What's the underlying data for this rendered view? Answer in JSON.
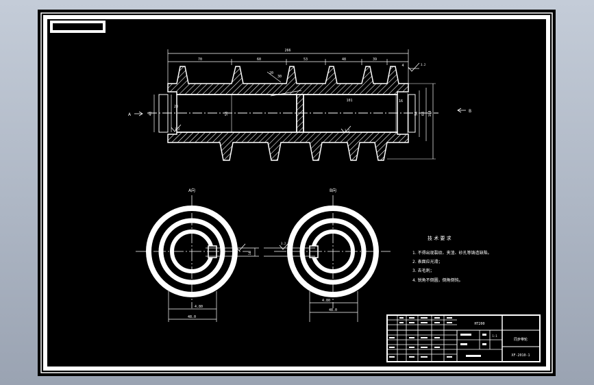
{
  "drawing": {
    "background": "#000000",
    "line_color": "#ffffff",
    "hatch_color": "#ffffff",
    "frame_color": "#ffffff"
  },
  "front_view": {
    "overall_length": "266",
    "segment_dims": [
      "70",
      "60",
      "53",
      "48",
      "39"
    ],
    "side_dim": "4",
    "angle_dims": [
      "20",
      "30"
    ],
    "bore_left": "58",
    "bore_right": "101",
    "left_step": "28",
    "right_step": "16",
    "outer_dims": [
      "48",
      "58",
      "68",
      "100"
    ],
    "roughness_marks": [
      "3.2",
      "3.2",
      "3.2"
    ],
    "arrow_a": "A",
    "arrow_b": "B"
  },
  "view_a": {
    "title": "A向",
    "keyway_width": "14",
    "dim_1": "4.80",
    "dim_2": "48.0"
  },
  "view_b": {
    "title": "B向",
    "dim_1": "4.80",
    "dim_2": "48.0",
    "roughness": "3.2"
  },
  "tech_requirements": {
    "title": "技 术 要 求",
    "items": [
      "1. 不得出现裂纹、夹渣、砂孔等铸造缺陷。",
      "2. 表面应光滑；",
      "3. 去毛刺；",
      "4. 锐角不倒圆，倒角倒钝。"
    ]
  },
  "title_block": {
    "part_name": "同步带轮",
    "material": "HT200",
    "drawing_no": "XF-2010-1",
    "scale": "1:1"
  }
}
